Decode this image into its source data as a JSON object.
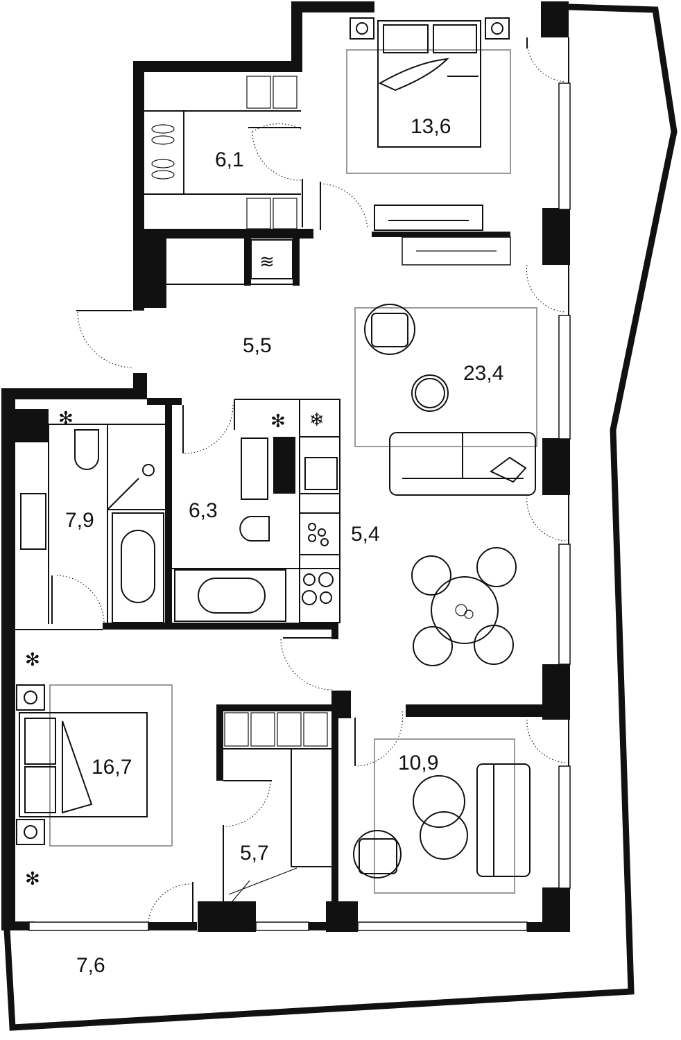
{
  "rooms": {
    "bedroom_master": "13,6",
    "dressing_top": "6,1",
    "hall": "5,5",
    "living": "23,4",
    "bathroom_left": "7,9",
    "bathroom_mid": "6,3",
    "kitchen": "5,4",
    "bedroom_second": "16,7",
    "dressing_bottom": "5,7",
    "bedroom_small": "10,9",
    "terrace": "7,6"
  },
  "icons": {
    "snowflake": "❄",
    "plant": "✻",
    "waves": "≋",
    "stove": "◎"
  }
}
